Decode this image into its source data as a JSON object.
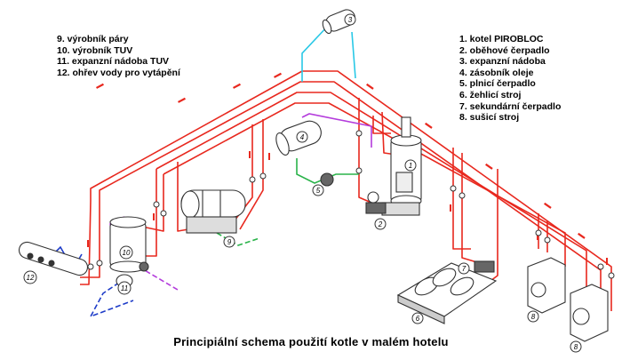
{
  "legend_left": [
    "9. výrobník páry",
    "10. výrobník TUV",
    "11. expanzní nádoba TUV",
    "12. ohřev vody pro vytápění"
  ],
  "legend_right": [
    "1. kotel PIROBLOC",
    "2. oběhové čerpadlo",
    "3. expanzní nádoba",
    "4. zásobník oleje",
    "5. plnicí čerpadlo",
    "6. žehlicí stroj",
    "7. sekundární čerpadlo",
    "8. sušicí stroj"
  ],
  "caption": "Principiální schema použití kotle v malém hotelu",
  "markers": {
    "m1": "1",
    "m2": "2",
    "m3": "3",
    "m4": "4",
    "m5": "5",
    "m6": "6",
    "m7": "7",
    "m8a": "8",
    "m8b": "8",
    "m9": "9",
    "m10": "10",
    "m11": "11",
    "m12": "12"
  },
  "colors": {
    "hot_oil": "#e8281e",
    "expansion": "#28c8e6",
    "fill_line": "#2ab34a",
    "steam": "#b43cdc",
    "hot_water": "#1e3cc8",
    "equipment": "#333333"
  }
}
